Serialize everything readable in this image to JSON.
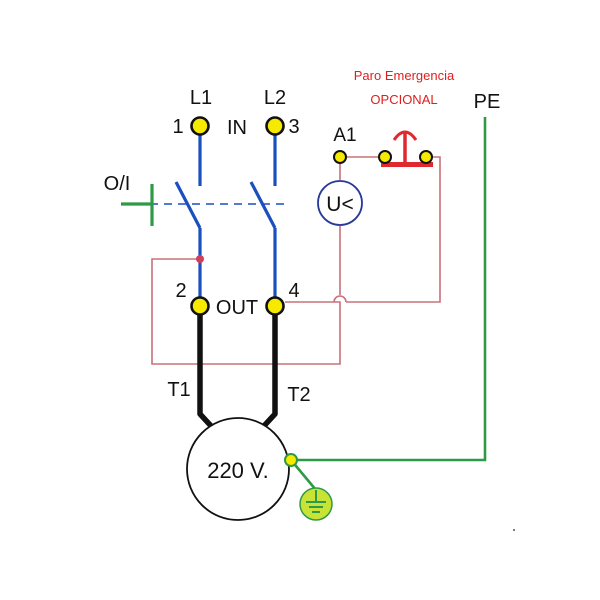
{
  "labels": {
    "l1": "L1",
    "l2": "L2",
    "in": "IN",
    "t_in1": "1",
    "t_in3": "3",
    "oi": "O/I",
    "a1": "A1",
    "uv": "U<",
    "emergency_line1": "Paro Emergencia",
    "emergency_line2": "OPCIONAL",
    "pe": "PE",
    "t_out2": "2",
    "out": "OUT",
    "t_out4": "4",
    "t1": "T1",
    "t2": "T2",
    "motor": "220 V."
  },
  "colors": {
    "phase_wire": "#1a4fc0",
    "control_wire": "#c9707a",
    "ground_wire": "#2f9a46",
    "terminal_fill": "#f5ea00",
    "emergency_text": "#e01e1e",
    "emergency_button": "#e0282f",
    "motor_cable": "#111111"
  }
}
